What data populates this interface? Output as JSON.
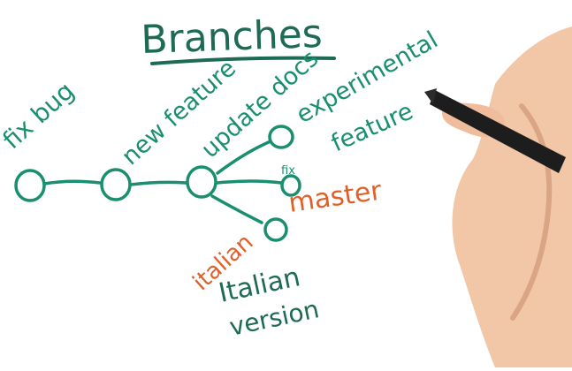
{
  "title": "Branches",
  "colors": {
    "ink_green": "#1a8f6f",
    "ink_dark": "#1e6b55",
    "ink_orange": "#e0602a",
    "paper": "#ffffff"
  },
  "commits": [
    {
      "label": "fix bug"
    },
    {
      "label": "new feature"
    },
    {
      "label": "update docs"
    },
    {
      "label": "experimental feature"
    },
    {
      "label": "fix"
    },
    {
      "label": "Italian version"
    }
  ],
  "branch_labels": {
    "master": "master",
    "italian": "italian"
  }
}
